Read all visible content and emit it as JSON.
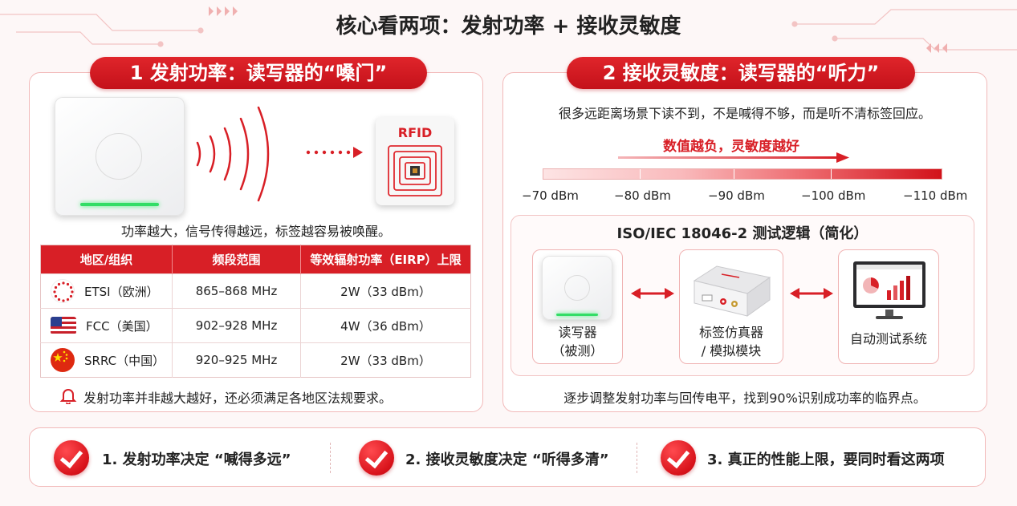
{
  "title": "核心看两项：发射功率 + 接收灵敏度",
  "left": {
    "ribbon": "1 发射功率：读写器的“嗓门”",
    "rfid_tag_text": "RFID",
    "caption": "功率越大，信号传得越远，标签越容易被唤醒。",
    "table": {
      "headers": [
        "地区/组织",
        "频段范围",
        "等效辐射功率（EIRP）上限"
      ],
      "rows": [
        {
          "region": "ETSI（欧洲）",
          "flag": "eu-flag-icon",
          "band": "865–868 MHz",
          "limit": "2W（33 dBm）"
        },
        {
          "region": "FCC（美国）",
          "flag": "us-flag-icon",
          "band": "902–928 MHz",
          "limit": "4W（36 dBm）"
        },
        {
          "region": "SRRC（中国）",
          "flag": "cn-flag-icon",
          "band": "920–925 MHz",
          "limit": "2W（33 dBm）"
        }
      ]
    },
    "warning": "发射功率并非越大越好，还必须满足各地区法规要求。",
    "warning_icon": "bell-icon"
  },
  "right": {
    "ribbon": "2 接收灵敏度：读写器的“听力”",
    "intro": "很多远距离场景下读不到，不是喊得不够，而是听不清标签回应。",
    "arrow_label": "数值越负，灵敏度越好",
    "scale": [
      "−70 dBm",
      "−80 dBm",
      "−90 dBm",
      "−100 dBm",
      "−110 dBm"
    ],
    "test": {
      "title": "ISO/IEC 18046-2 测试逻辑（简化）",
      "boxes": [
        {
          "label1": "读写器",
          "label2": "（被测）"
        },
        {
          "label1": "标签仿真器",
          "label2": "/ 模拟模块"
        },
        {
          "label1": "自动测试系统",
          "label2": ""
        }
      ],
      "footer": "逐步调整发射功率与回传电平，找到90%识别成功率的临界点。"
    }
  },
  "summary": [
    "1. 发射功率决定 “喊得多远”",
    "2. 接收灵敏度决定 “听得多清”",
    "3. 真正的性能上限，要同时看这两项"
  ],
  "colors": {
    "accent": "#d81f26",
    "panel_border": "#f2b9b9",
    "led": "#33dd66"
  }
}
